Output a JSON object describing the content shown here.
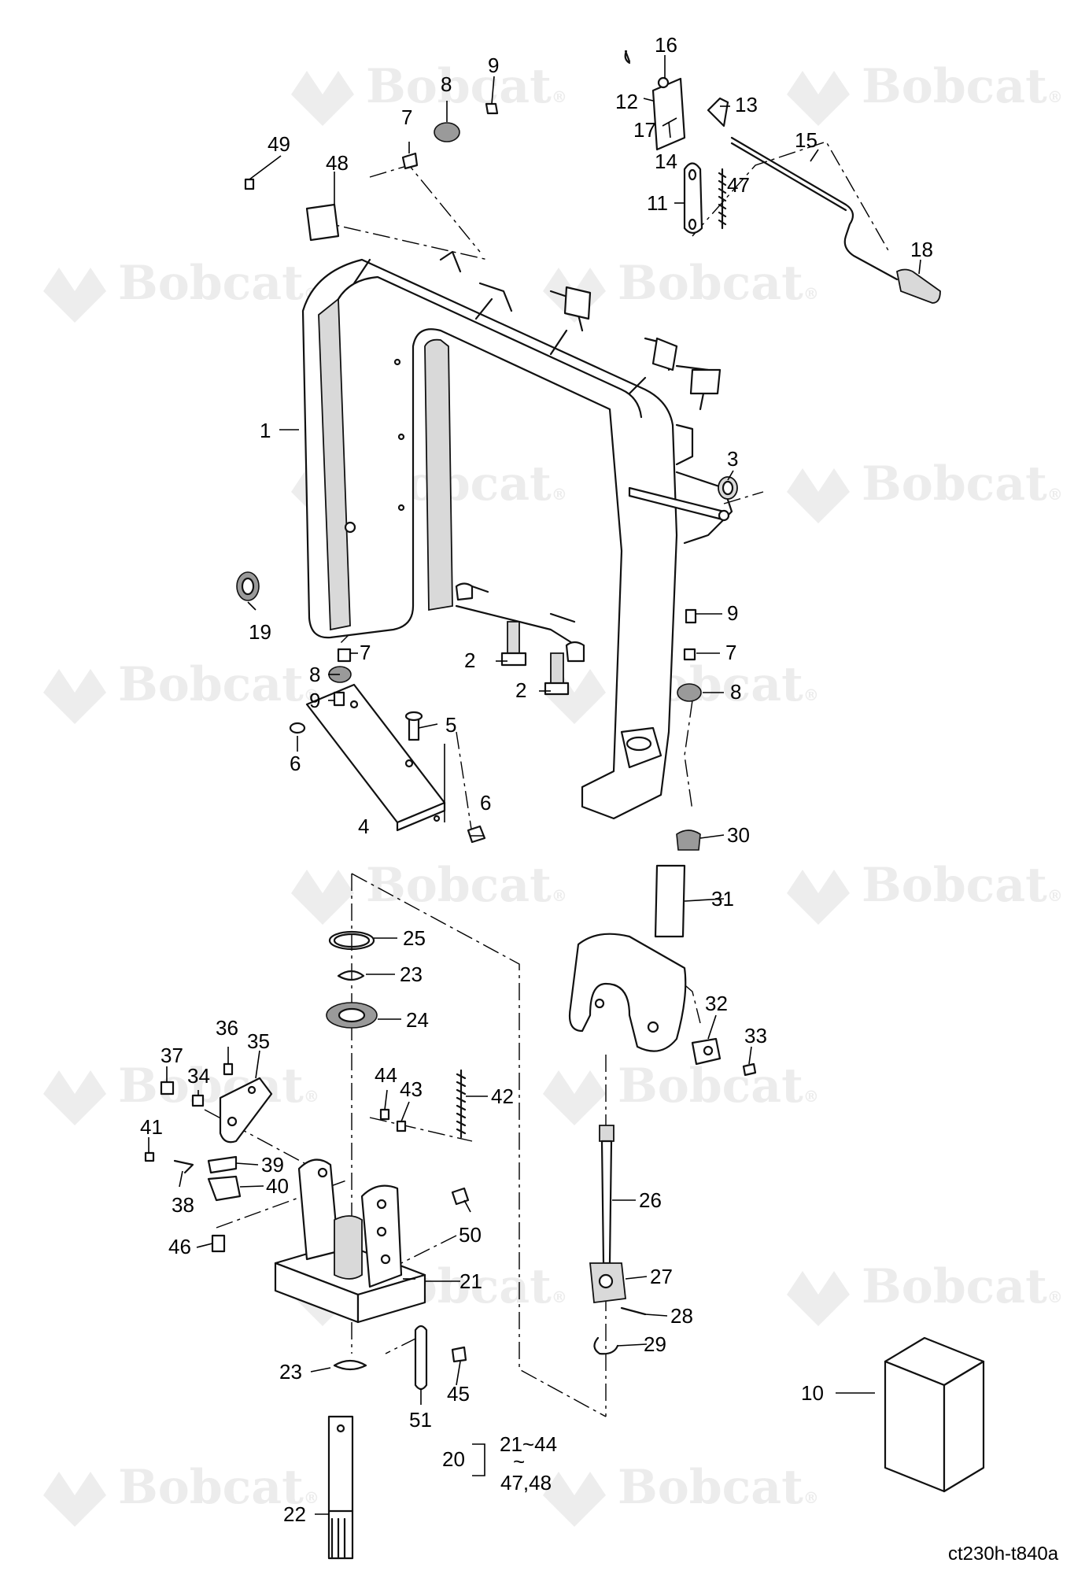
{
  "watermark": {
    "text": "Bobcat",
    "mark": "®"
  },
  "drawing_code": "ct230h-t840a",
  "group_note": {
    "label": "20",
    "range_top": "21~44",
    "range_sep": "~",
    "range_bottom": "47,48"
  },
  "callouts": [
    {
      "id": "c1",
      "text": "1"
    },
    {
      "id": "c2a",
      "text": "2"
    },
    {
      "id": "c2b",
      "text": "2"
    },
    {
      "id": "c3",
      "text": "3"
    },
    {
      "id": "c4",
      "text": "4"
    },
    {
      "id": "c5",
      "text": "5"
    },
    {
      "id": "c6a",
      "text": "6"
    },
    {
      "id": "c6b",
      "text": "6"
    },
    {
      "id": "c7a",
      "text": "7"
    },
    {
      "id": "c7b",
      "text": "7"
    },
    {
      "id": "c7c",
      "text": "7"
    },
    {
      "id": "c8a",
      "text": "8"
    },
    {
      "id": "c8b",
      "text": "8"
    },
    {
      "id": "c8c",
      "text": "8"
    },
    {
      "id": "c9a",
      "text": "9"
    },
    {
      "id": "c9b",
      "text": "9"
    },
    {
      "id": "c9c",
      "text": "9"
    },
    {
      "id": "c10",
      "text": "10"
    },
    {
      "id": "c11",
      "text": "11"
    },
    {
      "id": "c12",
      "text": "12"
    },
    {
      "id": "c13",
      "text": "13"
    },
    {
      "id": "c14",
      "text": "14"
    },
    {
      "id": "c15",
      "text": "15"
    },
    {
      "id": "c16",
      "text": "16"
    },
    {
      "id": "c17",
      "text": "17"
    },
    {
      "id": "c18",
      "text": "18"
    },
    {
      "id": "c19",
      "text": "19"
    },
    {
      "id": "c21",
      "text": "21"
    },
    {
      "id": "c22",
      "text": "22"
    },
    {
      "id": "c23a",
      "text": "23"
    },
    {
      "id": "c23b",
      "text": "23"
    },
    {
      "id": "c24",
      "text": "24"
    },
    {
      "id": "c25",
      "text": "25"
    },
    {
      "id": "c26",
      "text": "26"
    },
    {
      "id": "c27",
      "text": "27"
    },
    {
      "id": "c28",
      "text": "28"
    },
    {
      "id": "c29",
      "text": "29"
    },
    {
      "id": "c30",
      "text": "30"
    },
    {
      "id": "c31",
      "text": "31"
    },
    {
      "id": "c32",
      "text": "32"
    },
    {
      "id": "c33",
      "text": "33"
    },
    {
      "id": "c34",
      "text": "34"
    },
    {
      "id": "c35",
      "text": "35"
    },
    {
      "id": "c36",
      "text": "36"
    },
    {
      "id": "c37",
      "text": "37"
    },
    {
      "id": "c38",
      "text": "38"
    },
    {
      "id": "c39",
      "text": "39"
    },
    {
      "id": "c40",
      "text": "40"
    },
    {
      "id": "c41",
      "text": "41"
    },
    {
      "id": "c42",
      "text": "42"
    },
    {
      "id": "c43",
      "text": "43"
    },
    {
      "id": "c44",
      "text": "44"
    },
    {
      "id": "c45",
      "text": "45"
    },
    {
      "id": "c46",
      "text": "46"
    },
    {
      "id": "c47",
      "text": "47"
    },
    {
      "id": "c48",
      "text": "48"
    },
    {
      "id": "c49",
      "text": "49"
    },
    {
      "id": "c50",
      "text": "50"
    },
    {
      "id": "c51",
      "text": "51"
    }
  ]
}
